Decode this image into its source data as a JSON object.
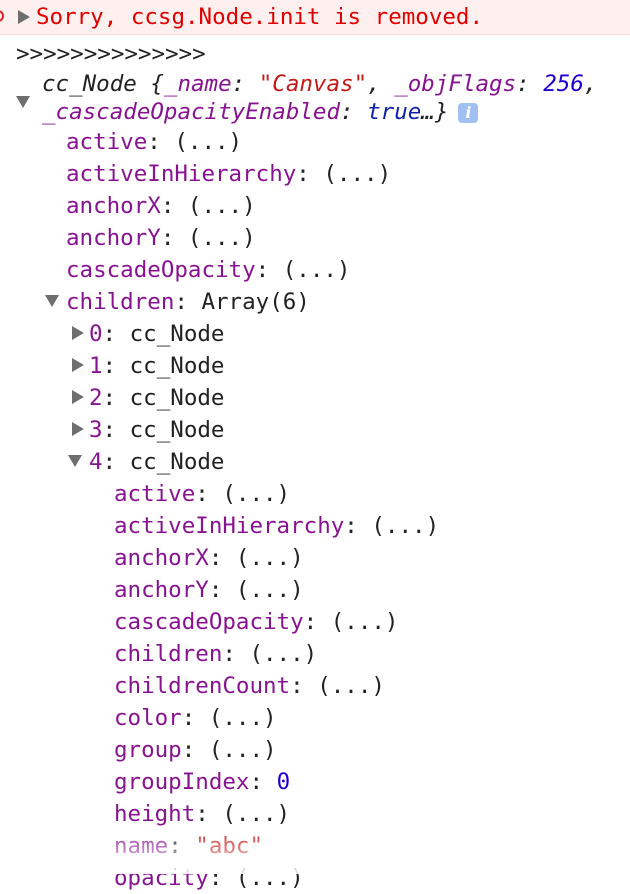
{
  "error": {
    "message": "Sorry, ccsg.Node.init is removed."
  },
  "log_line": ">>>>>>>>>>>>>>",
  "object_summary": {
    "class_name": "cc_Node",
    "open_brace": " {",
    "p1_key": "_name",
    "p1_value": "\"Canvas\"",
    "p2_key": "_objFlags",
    "p2_value": "256",
    "p3_key": "_cascadeOpacityEnabled",
    "p3_value": "true",
    "ellipsis_close": "…}",
    "info_icon": "i"
  },
  "tree": [
    {
      "level": 1,
      "key": "active",
      "value": "(...)",
      "type": "getter"
    },
    {
      "level": 1,
      "key": "activeInHierarchy",
      "value": "(...)",
      "type": "getter"
    },
    {
      "level": 1,
      "key": "anchorX",
      "value": "(...)",
      "type": "getter"
    },
    {
      "level": 1,
      "key": "anchorY",
      "value": "(...)",
      "type": "getter"
    },
    {
      "level": 1,
      "key": "cascadeOpacity",
      "value": "(...)",
      "type": "getter"
    },
    {
      "level": 1,
      "key": "children",
      "value": "Array(6)",
      "type": "plain",
      "arrow": "down"
    },
    {
      "level": 2,
      "key": "0",
      "value": "cc_Node",
      "type": "plain",
      "arrow": "right"
    },
    {
      "level": 2,
      "key": "1",
      "value": "cc_Node",
      "type": "plain",
      "arrow": "right"
    },
    {
      "level": 2,
      "key": "2",
      "value": "cc_Node",
      "type": "plain",
      "arrow": "right"
    },
    {
      "level": 2,
      "key": "3",
      "value": "cc_Node",
      "type": "plain",
      "arrow": "right"
    },
    {
      "level": 2,
      "key": "4",
      "value": "cc_Node",
      "type": "plain",
      "arrow": "down"
    },
    {
      "level": 3,
      "key": "active",
      "value": "(...)",
      "type": "getter"
    },
    {
      "level": 3,
      "key": "activeInHierarchy",
      "value": "(...)",
      "type": "getter"
    },
    {
      "level": 3,
      "key": "anchorX",
      "value": "(...)",
      "type": "getter"
    },
    {
      "level": 3,
      "key": "anchorY",
      "value": "(...)",
      "type": "getter"
    },
    {
      "level": 3,
      "key": "cascadeOpacity",
      "value": "(...)",
      "type": "getter"
    },
    {
      "level": 3,
      "key": "children",
      "value": "(...)",
      "type": "getter"
    },
    {
      "level": 3,
      "key": "childrenCount",
      "value": "(...)",
      "type": "getter"
    },
    {
      "level": 3,
      "key": "color",
      "value": "(...)",
      "type": "getter"
    },
    {
      "level": 3,
      "key": "group",
      "value": "(...)",
      "type": "getter"
    },
    {
      "level": 3,
      "key": "groupIndex",
      "value": "0",
      "type": "number"
    },
    {
      "level": 3,
      "key": "height",
      "value": "(...)",
      "type": "getter"
    },
    {
      "level": 3,
      "key": "name",
      "value": "\"abc\"",
      "type": "string"
    },
    {
      "level": 3,
      "key": "opacity",
      "value": "(...)",
      "type": "getter"
    }
  ]
}
